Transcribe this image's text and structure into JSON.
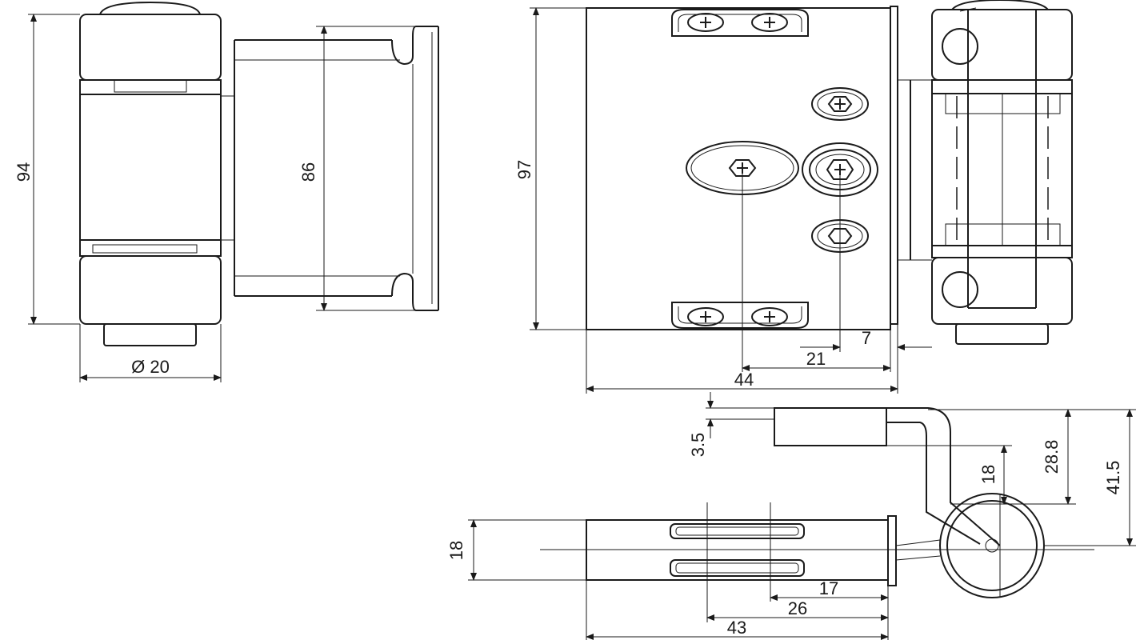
{
  "drawing": {
    "line_color": "#1a1a1a",
    "front_view": {
      "height": "94",
      "bracket_height": "86",
      "diameter": "Ø 20"
    },
    "side_view": {
      "height": "97",
      "offset_small": "7",
      "offset_mid": "21",
      "width": "44"
    },
    "top_view": {
      "lever_thickness": "3.5",
      "lever_drop": "18",
      "lever_height": "28.8",
      "total_height": "41.5",
      "body_height": "18",
      "slot_offset_1": "17",
      "slot_offset_2": "26",
      "length": "43"
    }
  }
}
